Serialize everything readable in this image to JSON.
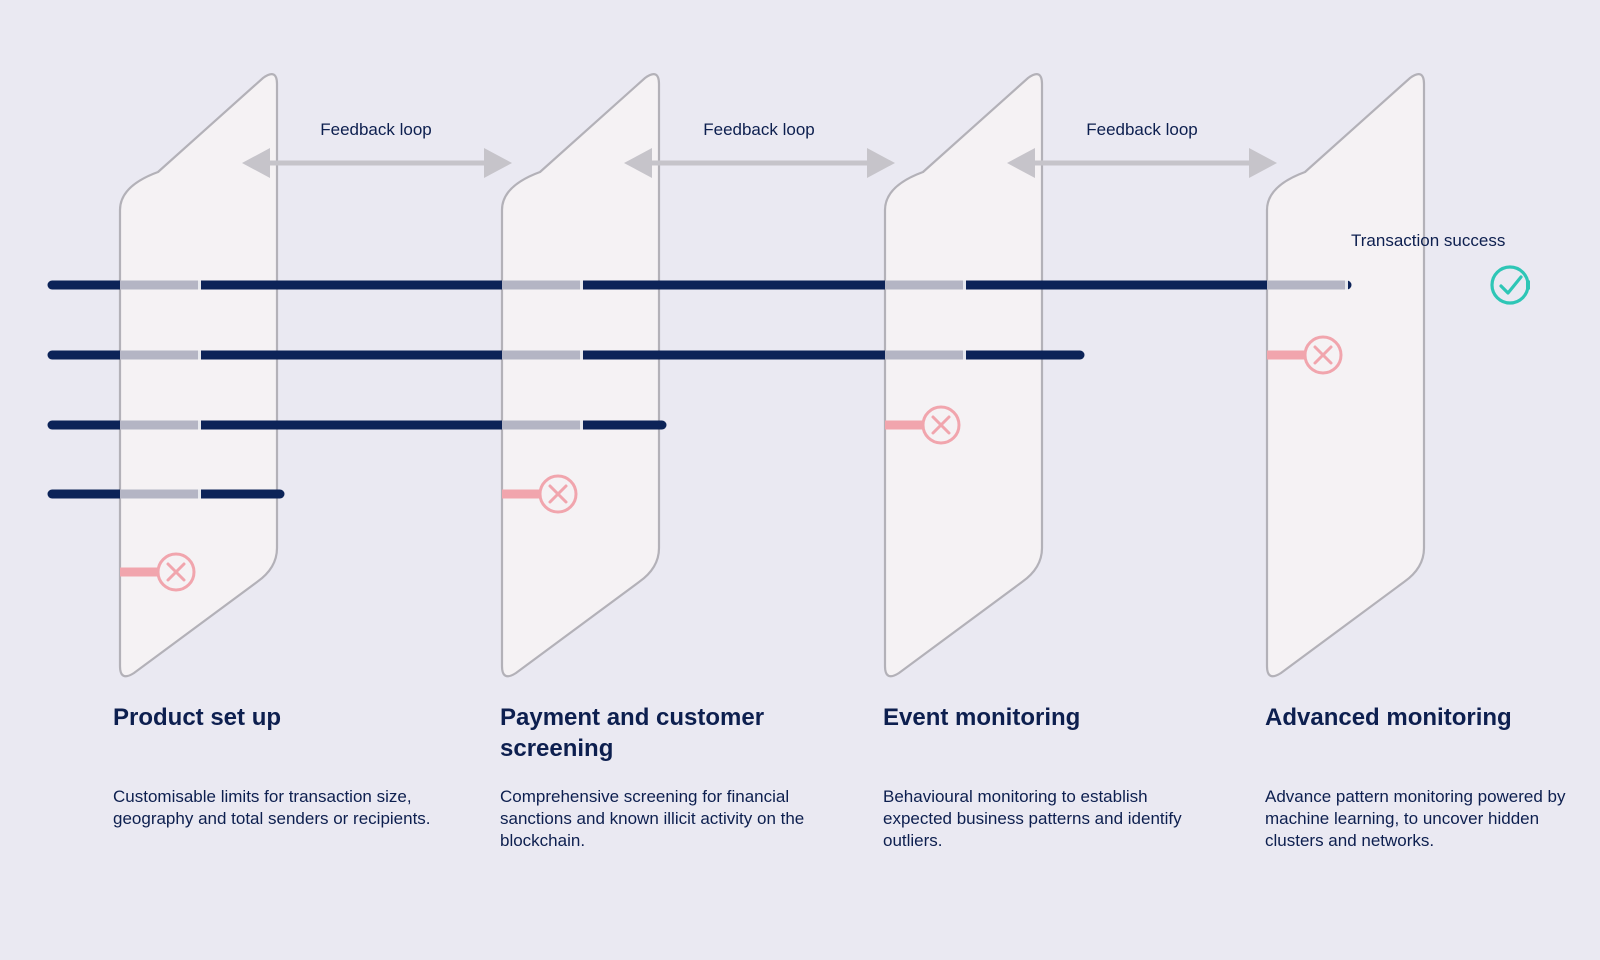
{
  "feedback_loops": [
    {
      "label": "Feedback loop"
    },
    {
      "label": "Feedback loop"
    },
    {
      "label": "Feedback loop"
    }
  ],
  "success_label": "Transaction success",
  "stages": [
    {
      "title": "Product set up",
      "description": "Customisable limits for transaction size, geography and total senders or recipients."
    },
    {
      "title": "Payment and customer screening",
      "description": "Comprehensive screening for financial sanctions and known illicit activity on the blockchain."
    },
    {
      "title": "Event monitoring",
      "description": "Behavioural monitoring to establish expected business patterns and identify outliers."
    },
    {
      "title": "Advanced monitoring",
      "description": "Advance pattern monitoring powered by machine learning, to uncover hidden clusters and networks."
    }
  ],
  "transactions": [
    {
      "outcome": "success",
      "stops_at_stage": 4
    },
    {
      "outcome": "rejected",
      "stops_at_stage": 4
    },
    {
      "outcome": "rejected",
      "stops_at_stage": 3
    },
    {
      "outcome": "rejected",
      "stops_at_stage": 2
    },
    {
      "outcome": "rejected",
      "stops_at_stage": 1
    }
  ],
  "icons": {
    "success": "check-circle-icon",
    "rejected": "x-circle-icon",
    "loop": "double-arrow-icon"
  },
  "colors": {
    "background": "#eae9f2",
    "panel_fill": "#f5f2f4",
    "panel_stroke": "#b3b1b8",
    "track": "#0c2358",
    "track_inside_panel": "#b4b5c4",
    "reject": "#f1a5ad",
    "success": "#2ec6b6",
    "arrow": "#c6c4ca",
    "text": "#0d1f4f"
  }
}
